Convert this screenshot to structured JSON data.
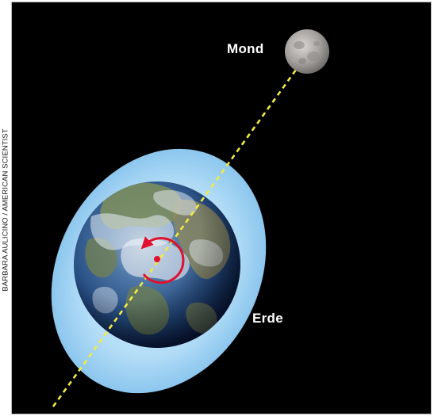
{
  "credit": "BARBARA AULICINO / AMERICAN SCIENTIST",
  "labels": {
    "moon": "Mond",
    "earth": "Erde"
  },
  "colors": {
    "background": "#000000",
    "tidal_bulge": "#a9d8f5",
    "earth_ocean": "#2c5f9e",
    "earth_land": "#7f8f5c",
    "earth_cloud": "#e6eef7",
    "axis_line": "#f2ea42",
    "rotation_arrow": "#e0102e",
    "moon": "#a9a6a4"
  },
  "icons": {
    "rotation": "counterclockwise-rotation-arrow-icon",
    "center": "earth-center-dot-icon"
  }
}
